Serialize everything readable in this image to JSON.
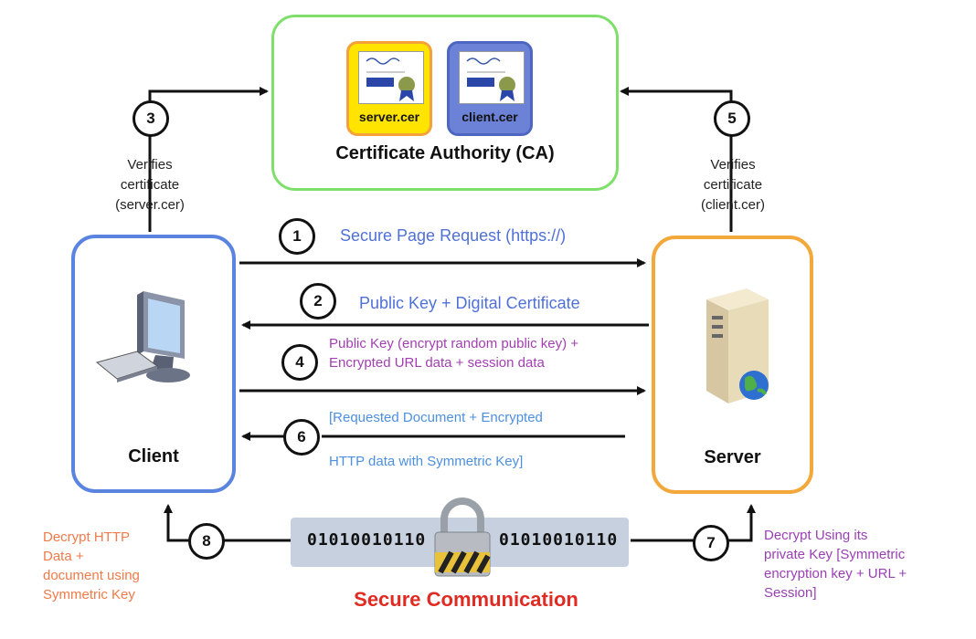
{
  "ca": {
    "title": "Certificate Authority (CA)",
    "server_cert": "server.cer",
    "client_cert": "client.cer"
  },
  "client": {
    "title": "Client"
  },
  "server": {
    "title": "Server"
  },
  "steps": {
    "s1": {
      "num": "1",
      "label": "Secure Page Request (https://)"
    },
    "s2": {
      "num": "2",
      "label": "Public Key + Digital Certificate"
    },
    "s3": {
      "num": "3",
      "verify": [
        "Verifies",
        "certificate",
        "(server.cer)"
      ]
    },
    "s4": {
      "num": "4",
      "label_line1": "Public Key (encrypt random public key) +",
      "label_line2": "Encrypted URL data + session data"
    },
    "s5": {
      "num": "5",
      "verify": [
        "Verifies",
        "certificate",
        "(client.cer)"
      ]
    },
    "s6": {
      "num": "6",
      "label_line1": "[Requested Document + Encrypted",
      "label_line2": "HTTP data with Symmetric Key]"
    },
    "s7": {
      "num": "7",
      "note": [
        "Decrypt Using its",
        "private Key [Symmetric",
        "encryption key + URL +",
        "Session]"
      ]
    },
    "s8": {
      "num": "8",
      "note": [
        "Decrypt HTTP",
        "Data +",
        "document using",
        "Symmetric Key"
      ]
    }
  },
  "secure": {
    "binary_left": "01010010110",
    "binary_right": "01010010110",
    "title": "Secure Communication"
  },
  "colors": {
    "ca_border": "#7ee06a",
    "client_border": "#5a84e0",
    "server_border": "#f2a83a",
    "secure_title": "#e02a22"
  }
}
